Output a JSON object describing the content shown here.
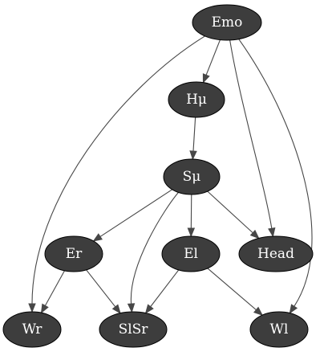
{
  "colors": {
    "node_fill": "#3d3d3d",
    "node_stroke": "#000000",
    "node_text": "#ffffff",
    "edge": "#474747",
    "background": "#ffffff"
  },
  "graph": {
    "nodes": [
      {
        "id": "emo",
        "label": "Emo"
      },
      {
        "id": "hmu",
        "label": "Hμ"
      },
      {
        "id": "smu",
        "label": "Sμ"
      },
      {
        "id": "er",
        "label": "Er"
      },
      {
        "id": "el",
        "label": "El"
      },
      {
        "id": "head",
        "label": "Head"
      },
      {
        "id": "wr",
        "label": "Wr"
      },
      {
        "id": "slsr",
        "label": "SlSr"
      },
      {
        "id": "wl",
        "label": "Wl"
      }
    ],
    "edges": [
      {
        "from": "emo",
        "to": "hmu"
      },
      {
        "from": "emo",
        "to": "wr"
      },
      {
        "from": "emo",
        "to": "head"
      },
      {
        "from": "emo",
        "to": "wl"
      },
      {
        "from": "hmu",
        "to": "smu"
      },
      {
        "from": "smu",
        "to": "er"
      },
      {
        "from": "smu",
        "to": "el"
      },
      {
        "from": "smu",
        "to": "head"
      },
      {
        "from": "smu",
        "to": "slsr"
      },
      {
        "from": "er",
        "to": "wr"
      },
      {
        "from": "er",
        "to": "slsr"
      },
      {
        "from": "el",
        "to": "slsr"
      },
      {
        "from": "el",
        "to": "wl"
      }
    ]
  }
}
